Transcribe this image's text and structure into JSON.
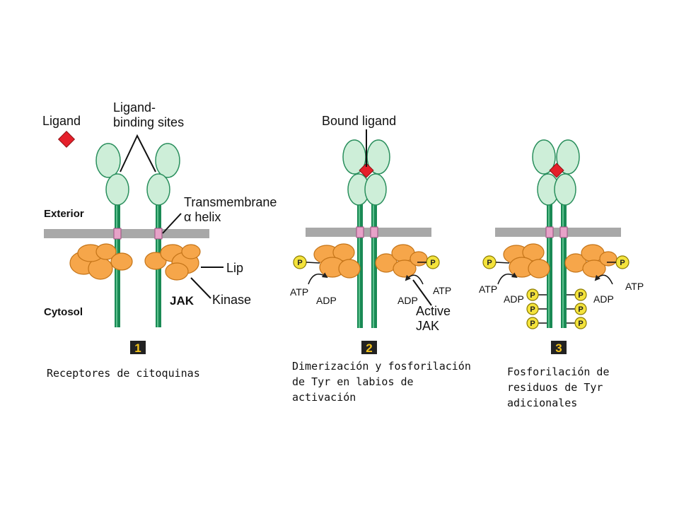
{
  "labels": {
    "ligand": "Ligand",
    "ligand_binding_sites": "Ligand-\nbinding sites",
    "exterior": "Exterior",
    "cytosol": "Cytosol",
    "transmembrane_helix": "Transmembrane\nα helix",
    "lip": "Lip",
    "jak": "JAK",
    "kinase": "Kinase",
    "bound_ligand": "Bound ligand",
    "active_jak": "Active\nJAK",
    "atp": "ATP",
    "adp": "ADP",
    "phosphate": "P"
  },
  "steps": [
    {
      "number": "1",
      "caption": "Receptores de citoquinas"
    },
    {
      "number": "2",
      "caption": "Dimerización y fosforilación\nde Tyr en labios de\nactivación"
    },
    {
      "number": "3",
      "caption": "Fosforilación de\nresiduos de Tyr\nadicionales"
    }
  ],
  "colors": {
    "receptor_green": "#1a8a55",
    "receptor_light": "#5cc08c",
    "domain_fill": "#cdeed8",
    "membrane": "#a8a8a8",
    "transmembrane": "#e7a2c8",
    "kinase_orange": "#f6a64a",
    "ligand_red": "#e5202b",
    "phosphate_yellow": "#f4e33c",
    "step_box": "#222222",
    "step_text": "#f2c21b"
  }
}
